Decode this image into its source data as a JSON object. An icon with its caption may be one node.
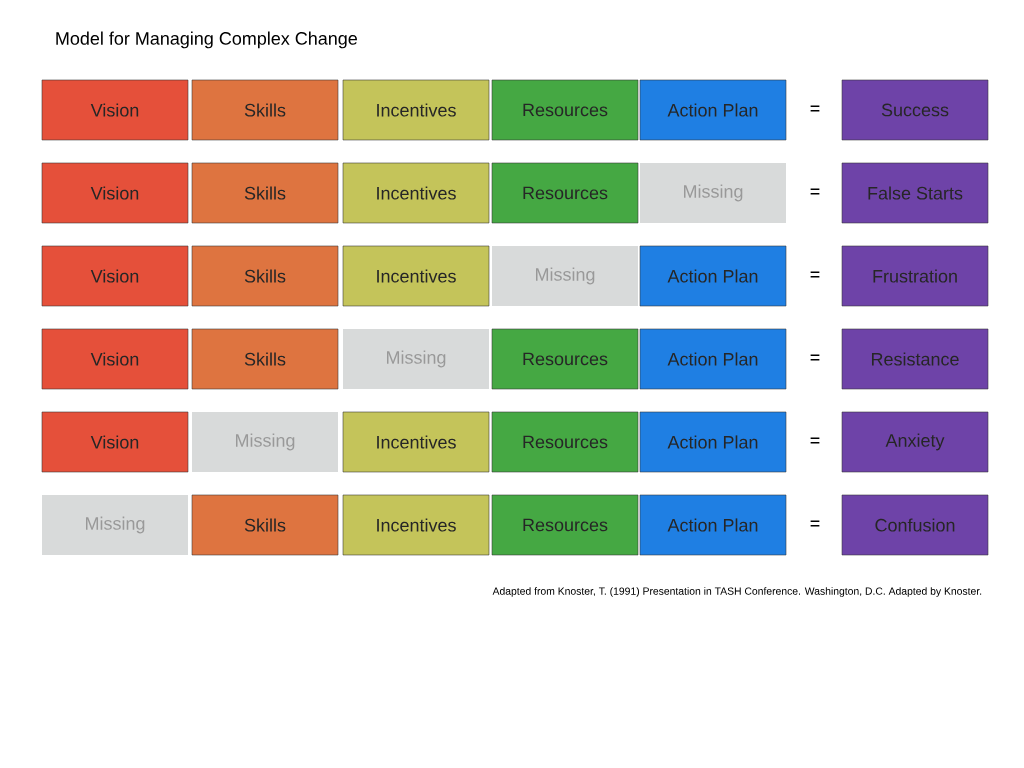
{
  "diagram": {
    "title": "Model for Managing Complex Change",
    "caption": "Adapted from Knoster, T. (1991) Presentation in TASH Conference. Washington, D.C. Adapted by Knoster.",
    "nodes": [
      {
        "text": [
          "Vision"
        ]
      },
      {
        "text": [
          "Skills"
        ]
      },
      {
        "text": [
          "Incentives"
        ]
      },
      {
        "text": [
          "Resources"
        ]
      },
      {
        "text": [
          "Action Plan"
        ]
      },
      {
        "text": [
          "Success"
        ]
      },
      {
        "text": [
          "Vision"
        ]
      },
      {
        "text": [
          "Skills"
        ]
      },
      {
        "text": [
          "Incentives"
        ]
      },
      {
        "text": [
          "Resources"
        ]
      },
      {
        "text": [
          "Missing"
        ]
      },
      {
        "text": [
          "False Starts"
        ]
      },
      {
        "text": [
          "Vision"
        ]
      },
      {
        "text": [
          "Skills"
        ]
      },
      {
        "text": [
          "Incentives"
        ]
      },
      {
        "text": [
          "Missing"
        ]
      },
      {
        "text": [
          "Action Plan"
        ]
      },
      {
        "text": [
          "Frustration"
        ]
      },
      {
        "text": [
          "Vision"
        ]
      },
      {
        "text": [
          "Skills"
        ]
      },
      {
        "text": [
          "Missing"
        ]
      },
      {
        "text": [
          "Resources"
        ]
      },
      {
        "text": [
          "Action Plan"
        ]
      },
      {
        "text": [
          "Resistance"
        ]
      },
      {
        "text": [
          "Vision"
        ]
      },
      {
        "text": [
          "Missing"
        ]
      },
      {
        "text": [
          "Incentives"
        ]
      },
      {
        "text": [
          "Resources"
        ]
      },
      {
        "text": [
          "Action Plan"
        ]
      },
      {
        "text": [
          "Anxiety"
        ]
      },
      {
        "text": [
          "Missing"
        ]
      },
      {
        "text": [
          "Skills"
        ]
      },
      {
        "text": [
          "Incentives"
        ]
      },
      {
        "text": [
          "Resources"
        ]
      },
      {
        "text": [
          "Action Plan"
        ]
      },
      {
        "text": [
          "Confusion"
        ]
      }
    ],
    "labels": [
      "=",
      "=",
      "=",
      "=",
      "=",
      "="
    ]
  }
}
